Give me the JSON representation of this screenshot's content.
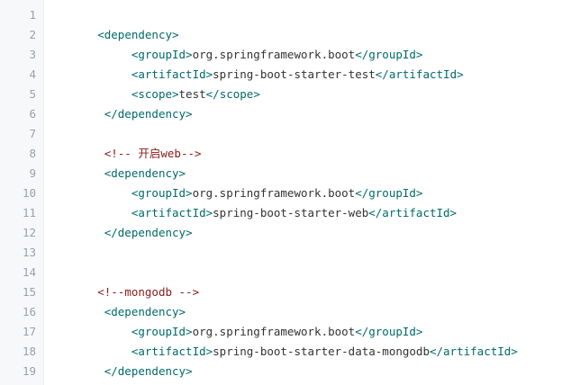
{
  "editor": {
    "lines": [
      {
        "num": "1",
        "indent": "",
        "parts": []
      },
      {
        "num": "2",
        "indent": "        ",
        "parts": [
          {
            "t": "tag",
            "v": "<dependency>"
          }
        ]
      },
      {
        "num": "3",
        "indent": "             ",
        "parts": [
          {
            "t": "tag",
            "v": "<groupId>"
          },
          {
            "t": "text",
            "v": "org.springframework.boot"
          },
          {
            "t": "tag",
            "v": "</groupId>"
          }
        ]
      },
      {
        "num": "4",
        "indent": "             ",
        "parts": [
          {
            "t": "tag",
            "v": "<artifactId>"
          },
          {
            "t": "text",
            "v": "spring-boot-starter-test"
          },
          {
            "t": "tag",
            "v": "</artifactId>"
          }
        ]
      },
      {
        "num": "5",
        "indent": "             ",
        "parts": [
          {
            "t": "tag",
            "v": "<scope>"
          },
          {
            "t": "text",
            "v": "test"
          },
          {
            "t": "tag",
            "v": "</scope>"
          }
        ]
      },
      {
        "num": "6",
        "indent": "         ",
        "parts": [
          {
            "t": "tag",
            "v": "</dependency>"
          }
        ]
      },
      {
        "num": "7",
        "indent": "",
        "parts": []
      },
      {
        "num": "8",
        "indent": "         ",
        "parts": [
          {
            "t": "comment",
            "v": "<!-- 开启web-->"
          }
        ]
      },
      {
        "num": "9",
        "indent": "         ",
        "parts": [
          {
            "t": "tag",
            "v": "<dependency>"
          }
        ]
      },
      {
        "num": "10",
        "indent": "             ",
        "parts": [
          {
            "t": "tag",
            "v": "<groupId>"
          },
          {
            "t": "text",
            "v": "org.springframework.boot"
          },
          {
            "t": "tag",
            "v": "</groupId>"
          }
        ]
      },
      {
        "num": "11",
        "indent": "             ",
        "parts": [
          {
            "t": "tag",
            "v": "<artifactId>"
          },
          {
            "t": "text",
            "v": "spring-boot-starter-web"
          },
          {
            "t": "tag",
            "v": "</artifactId>"
          }
        ]
      },
      {
        "num": "12",
        "indent": "         ",
        "parts": [
          {
            "t": "tag",
            "v": "</dependency>"
          }
        ]
      },
      {
        "num": "13",
        "indent": "",
        "parts": []
      },
      {
        "num": "14",
        "indent": "",
        "parts": []
      },
      {
        "num": "15",
        "indent": "        ",
        "parts": [
          {
            "t": "comment",
            "v": "<!--mongodb -->"
          }
        ]
      },
      {
        "num": "16",
        "indent": "         ",
        "parts": [
          {
            "t": "tag",
            "v": "<dependency>"
          }
        ]
      },
      {
        "num": "17",
        "indent": "             ",
        "parts": [
          {
            "t": "tag",
            "v": "<groupId>"
          },
          {
            "t": "text",
            "v": "org.springframework.boot"
          },
          {
            "t": "tag",
            "v": "</groupId>"
          }
        ]
      },
      {
        "num": "18",
        "indent": "             ",
        "parts": [
          {
            "t": "tag",
            "v": "<artifactId>"
          },
          {
            "t": "text",
            "v": "spring-boot-starter-data-mongodb"
          },
          {
            "t": "tag",
            "v": "</artifactId>"
          }
        ]
      },
      {
        "num": "19",
        "indent": "         ",
        "parts": [
          {
            "t": "tag",
            "v": "</dependency>"
          }
        ]
      }
    ]
  },
  "colors": {
    "tag": "#006a6a",
    "text": "#333333",
    "comment": "#8b1a1a",
    "line_number": "#9aa1a9",
    "gutter_bg": "#f6f8fa"
  }
}
